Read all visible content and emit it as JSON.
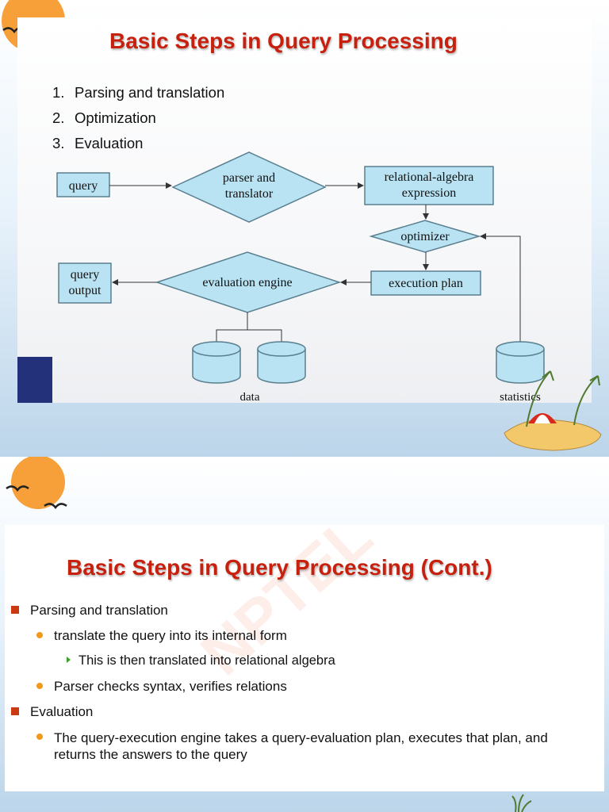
{
  "slide1": {
    "title": "Basic Steps in Query Processing",
    "steps": [
      {
        "num": "1.",
        "label": "Parsing and translation"
      },
      {
        "num": "2.",
        "label": "Optimization"
      },
      {
        "num": "3.",
        "label": "Evaluation"
      }
    ],
    "diagram": {
      "query": "query",
      "parser_line1": "parser and",
      "parser_line2": "translator",
      "ra_line1": "relational-algebra",
      "ra_line2": "expression",
      "optimizer": "optimizer",
      "execution_plan": "execution plan",
      "evaluation_engine": "evaluation engine",
      "output_line1": "query",
      "output_line2": "output",
      "data_label": "data",
      "statistics_label": "statistics"
    }
  },
  "slide2": {
    "title": "Basic Steps in Query Processing (Cont.)",
    "bullets": {
      "b1": "Parsing and translation",
      "b1_1": "translate the query into its internal form",
      "b1_1_1": "This is then translated into relational algebra",
      "b1_2": "Parser checks syntax, verifies relations",
      "b2": "Evaluation",
      "b2_1": "The query-execution engine takes a query-evaluation plan, executes that plan, and returns the answers to the query"
    },
    "watermark": "NPTEL"
  },
  "colors": {
    "title": "#c8200e",
    "diagram_fill": "#b9e3f3",
    "diagram_stroke": "#5a7f8f",
    "blue_block": "#23317a",
    "sun": "#f7a03a"
  }
}
